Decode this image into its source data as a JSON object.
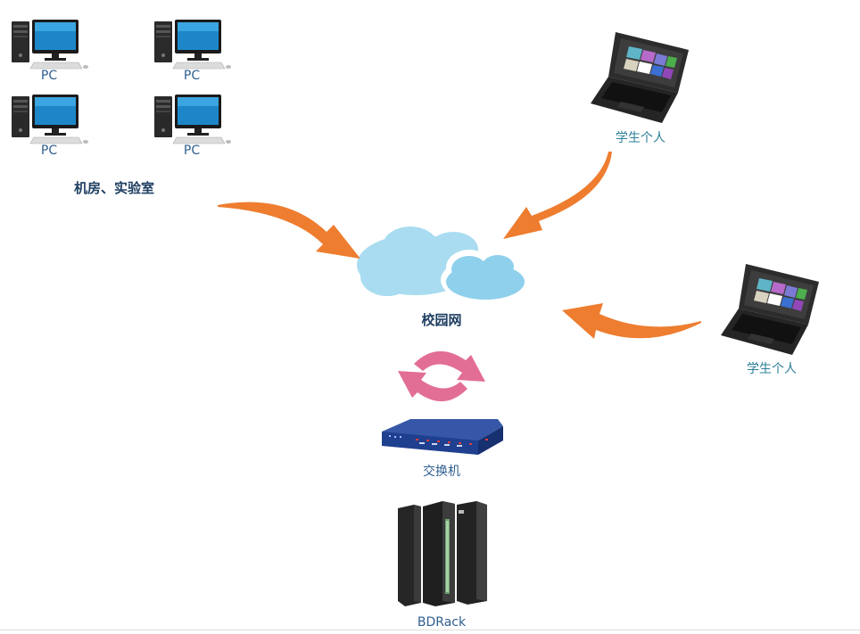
{
  "lab": {
    "pcs": [
      {
        "label": "PC"
      },
      {
        "label": "PC"
      },
      {
        "label": "PC"
      },
      {
        "label": "PC"
      }
    ],
    "group_label": "机房、实验室"
  },
  "cloud": {
    "label": "校园网"
  },
  "laptops": [
    {
      "label": "学生个人"
    },
    {
      "label": "学生个人"
    }
  ],
  "switch": {
    "label": "交换机"
  },
  "server": {
    "label": "BDRack"
  },
  "colors": {
    "arrow_orange": "#ee7d30",
    "arrow_pink": "#e26e96",
    "cloud_fill": "#a9dcf0",
    "switch_blue": "#1f3f8f",
    "label_blue": "#2f5f8f",
    "label_teal": "#2b7f9a"
  }
}
